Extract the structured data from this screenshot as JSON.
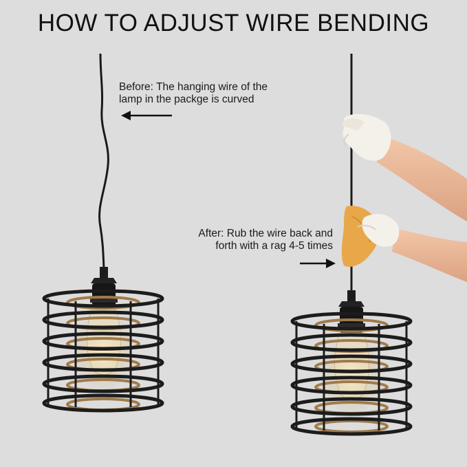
{
  "heading": "HOW TO ADJUST WIRE BENDING",
  "before": {
    "line1": "Before: The hanging wire of the",
    "line2": "lamp in the packge is curved"
  },
  "after": {
    "line1": "After: Rub the wire back and",
    "line2": "forth with a rag 4-5 times"
  },
  "colors": {
    "background": "#dddddd",
    "metal": "#1c1c1c",
    "rope": "#a07a4c",
    "rag": "#e8a84a",
    "glove": "#f4f1ea",
    "skin": "#e9b898"
  }
}
